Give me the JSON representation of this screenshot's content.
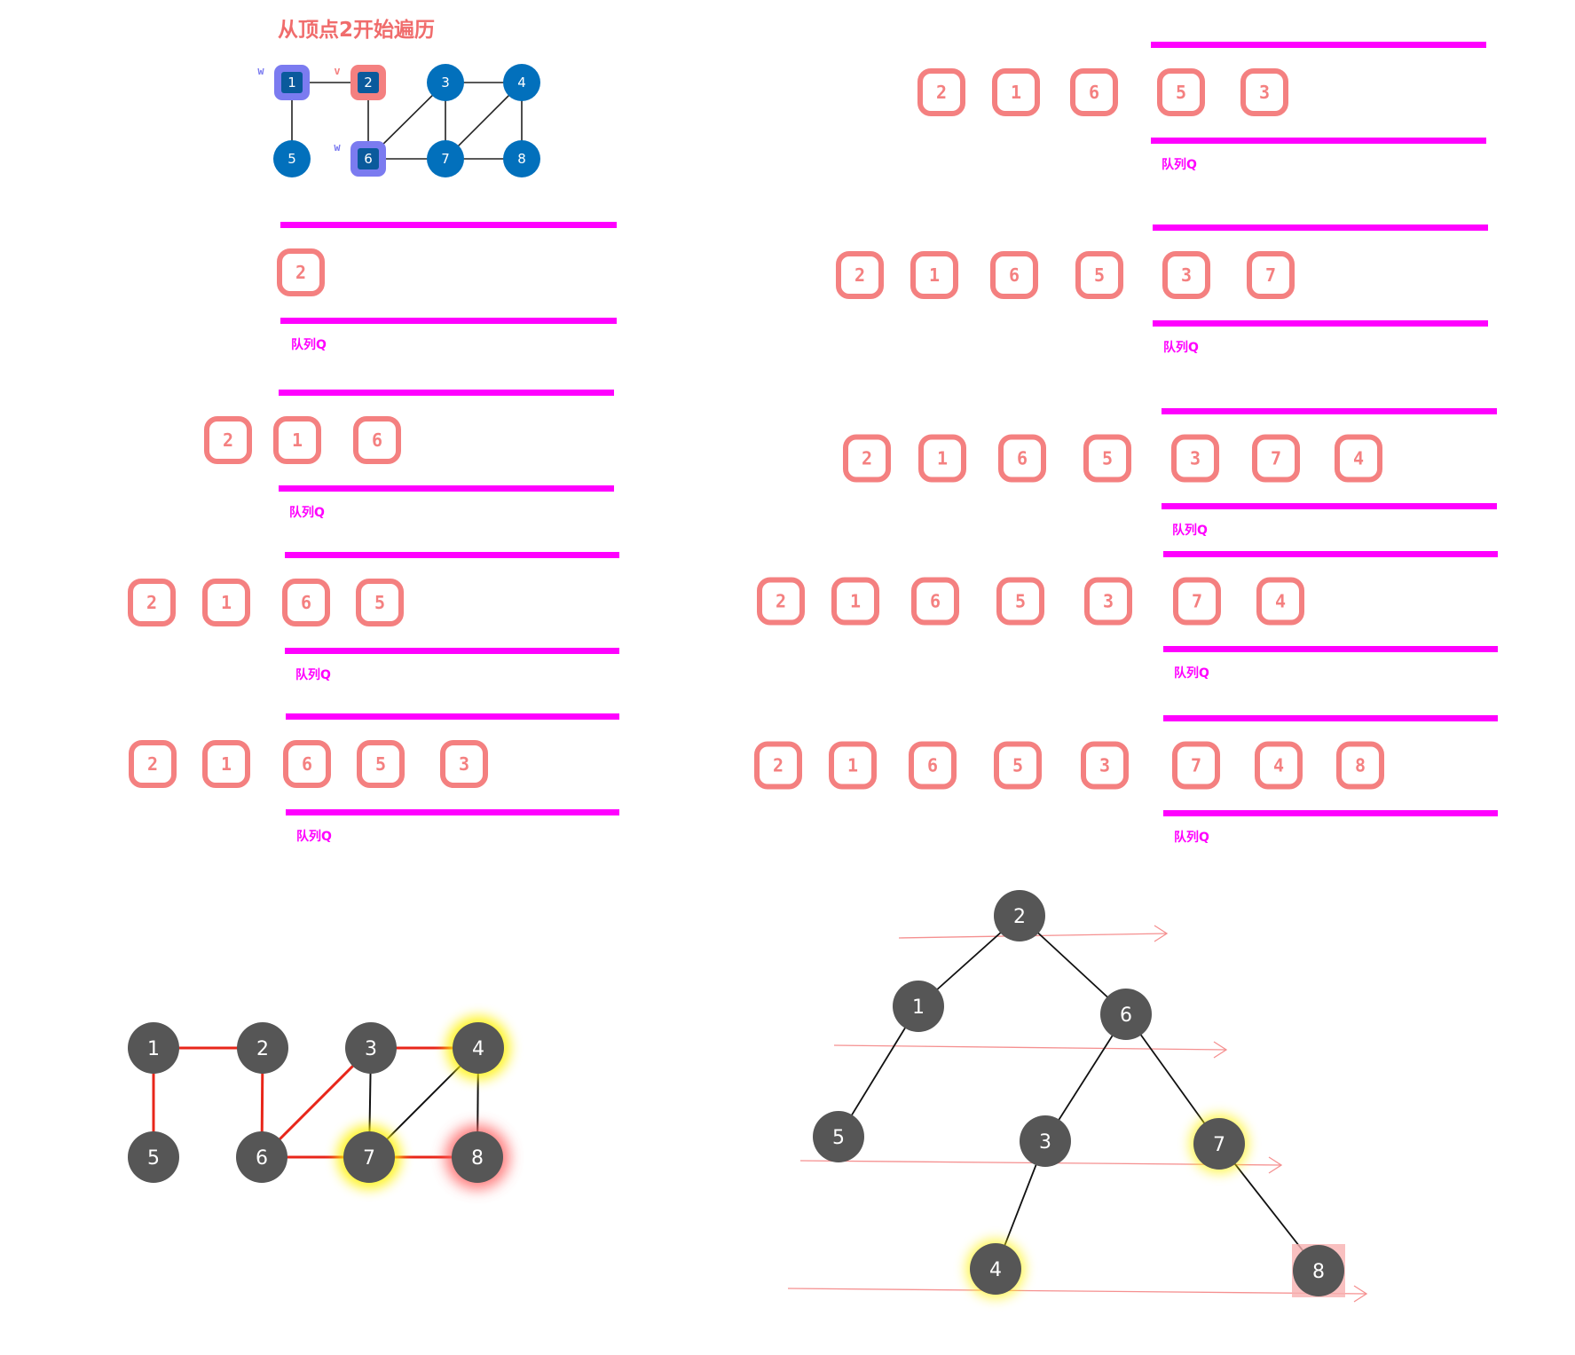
{
  "title": "从顶点2开始遍历",
  "colors": {
    "node_blue": "#0270bc",
    "node_blue_inner": "#0a5a9c",
    "highlight_w": "#7b7bf0",
    "highlight_v": "#f48080",
    "queue_rail": "#ff00ff",
    "queue_box": "#f48080",
    "graph_node_gray": "#565656",
    "bfs_edge": "#e8261a",
    "glow_yellow": "#fff200",
    "glow_red": "#ff6060",
    "scan_arrow": "#f59090"
  },
  "top_graph": {
    "nodes": [
      "1",
      "2",
      "3",
      "4",
      "5",
      "6",
      "7",
      "8"
    ],
    "edges": [
      [
        "1",
        "2"
      ],
      [
        "1",
        "5"
      ],
      [
        "2",
        "6"
      ],
      [
        "3",
        "6"
      ],
      [
        "3",
        "4"
      ],
      [
        "3",
        "7"
      ],
      [
        "4",
        "7"
      ],
      [
        "4",
        "8"
      ],
      [
        "6",
        "7"
      ],
      [
        "7",
        "8"
      ]
    ],
    "marks": [
      {
        "node": "1",
        "label": "w"
      },
      {
        "node": "2",
        "label": "v"
      },
      {
        "node": "6",
        "label": "w"
      }
    ]
  },
  "queue_label": "队列Q",
  "queue_steps": [
    {
      "dequeued": [],
      "queue": [
        "2"
      ]
    },
    {
      "dequeued": [
        "2",
        "1",
        "6"
      ],
      "queue": []
    },
    {
      "dequeued": [
        "2",
        "1"
      ],
      "queue": [
        "6",
        "5"
      ]
    },
    {
      "dequeued": [
        "2",
        "1"
      ],
      "queue": [
        "6",
        "5",
        "3"
      ]
    },
    {
      "dequeued": [
        "2",
        "1",
        "6"
      ],
      "queue": [
        "5",
        "3"
      ]
    },
    {
      "dequeued": [
        "2",
        "1",
        "6",
        "5"
      ],
      "queue": [
        "3",
        "7"
      ]
    },
    {
      "dequeued": [
        "2",
        "1",
        "6",
        "5"
      ],
      "queue": [
        "3",
        "7",
        "4"
      ]
    },
    {
      "dequeued": [
        "2",
        "1",
        "6",
        "5",
        "3"
      ],
      "queue": [
        "7",
        "4"
      ]
    },
    {
      "dequeued": [
        "2",
        "1",
        "6",
        "5",
        "3"
      ],
      "queue": [
        "7",
        "4",
        "8"
      ]
    }
  ],
  "bottom_graph": {
    "nodes": [
      "1",
      "2",
      "3",
      "4",
      "5",
      "6",
      "7",
      "8"
    ],
    "tree_edges": [
      [
        "1",
        "2"
      ],
      [
        "1",
        "5"
      ],
      [
        "2",
        "6"
      ],
      [
        "6",
        "3"
      ],
      [
        "6",
        "7"
      ],
      [
        "3",
        "4"
      ],
      [
        "7",
        "8"
      ]
    ],
    "other_edges": [
      [
        "3",
        "7"
      ],
      [
        "4",
        "7"
      ],
      [
        "4",
        "8"
      ]
    ],
    "glow_yellow": [
      "4",
      "7"
    ],
    "glow_red": [
      "8"
    ]
  },
  "bfs_tree": {
    "root": "2",
    "edges": [
      [
        "2",
        "1"
      ],
      [
        "2",
        "6"
      ],
      [
        "1",
        "5"
      ],
      [
        "6",
        "3"
      ],
      [
        "6",
        "7"
      ],
      [
        "3",
        "4"
      ],
      [
        "7",
        "8"
      ]
    ],
    "glow_yellow": [
      "7",
      "4"
    ],
    "glow_red": [
      "8"
    ]
  }
}
